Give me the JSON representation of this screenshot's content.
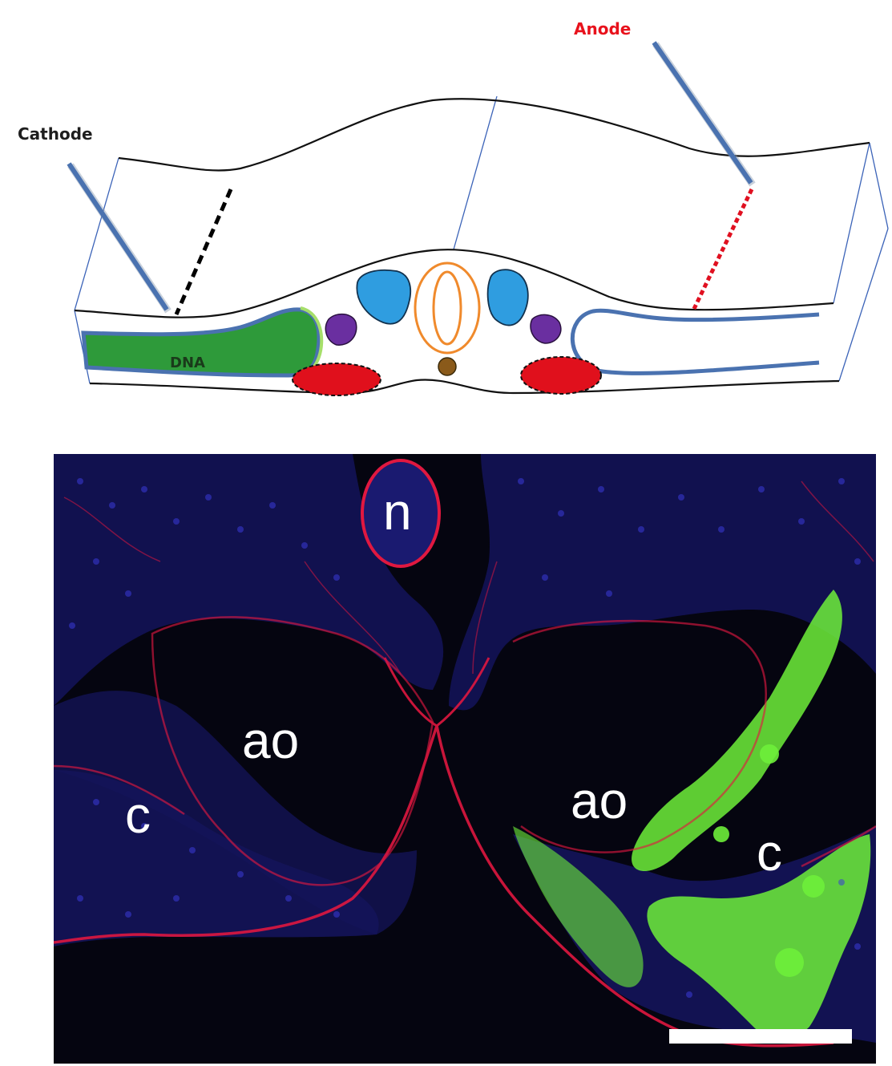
{
  "diagram": {
    "labels": {
      "cathode": "Cathode",
      "anode": "Anode",
      "dna": "DNA"
    },
    "colors": {
      "electrode": "#4a72b0",
      "anode_label": "#e8121c",
      "cathode_label": "#1e1e1e",
      "dna_fill": "#2e9a3a",
      "dna_text": "#1a3a1a",
      "somite_blue": "#2f9de0",
      "purple": "#6a2fa0",
      "red": "#e0101c",
      "orange": "#f08a2c",
      "brown": "#8a5a1a"
    }
  },
  "micrograph": {
    "labels": {
      "n": "n",
      "ao_left": "ao",
      "ao_right": "ao",
      "c_left": "c",
      "c_right": "c"
    },
    "colors": {
      "background": "#050510",
      "nuclei": "#2a2aa0",
      "membrane": "#e01840",
      "gfp": "#6ef03a",
      "scale_bar": "#ffffff"
    }
  }
}
